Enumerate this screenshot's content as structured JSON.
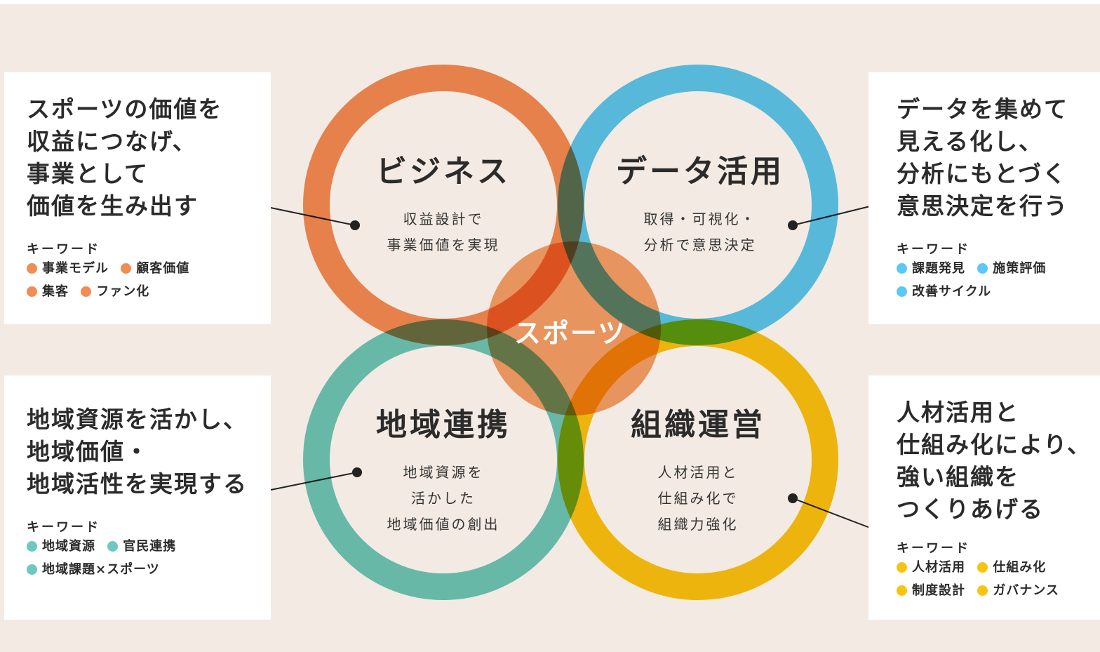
{
  "colors": {
    "orange": "#f28c55",
    "blue": "#5bc8f5",
    "teal": "#6dc8bd",
    "yellow": "#f9c40f",
    "center": "#f2975a",
    "background": "#f3ebe3"
  },
  "center": {
    "label": "スポーツ"
  },
  "circles": {
    "business": {
      "title": "ビジネス",
      "sub": [
        "収益設計で",
        "事業価値を実現"
      ]
    },
    "data": {
      "title": "データ活用",
      "sub": [
        "取得・可視化・",
        "分析で意思決定"
      ]
    },
    "region": {
      "title": "地域連携",
      "sub": [
        "地域資源を",
        "活かした",
        "地域価値の創出"
      ]
    },
    "org": {
      "title": "組織運営",
      "sub": [
        "人材活用と",
        "仕組み化で",
        "組織力強化"
      ]
    }
  },
  "panels": {
    "business": {
      "headline": [
        "スポーツの価値を",
        "収益につなげ、",
        "事業として",
        "価値を生み出す"
      ],
      "keyword_title": "キーワード",
      "keywords": [
        [
          "事業モデル",
          "顧客価値"
        ],
        [
          "集客",
          "ファン化"
        ]
      ]
    },
    "data": {
      "headline": [
        "データを集めて",
        "見える化し、",
        "分析にもとづく",
        "意思決定を行う"
      ],
      "keyword_title": "キーワード",
      "keywords": [
        [
          "課題発見",
          "施策評価"
        ],
        [
          "改善サイクル"
        ]
      ]
    },
    "region": {
      "headline": [
        "地域資源を活かし、",
        "地域価値・",
        "地域活性を実現する"
      ],
      "keyword_title": "キーワード",
      "keywords": [
        [
          "地域資源",
          "官民連携"
        ],
        [
          "地域課題×スポーツ"
        ]
      ]
    },
    "org": {
      "headline": [
        "人材活用と",
        "仕組み化により、",
        "強い組織を",
        "つくりあげる"
      ],
      "keyword_title": "キーワード",
      "keywords": [
        [
          "人材活用",
          "仕組み化"
        ],
        [
          "制度設計",
          "ガバナンス"
        ]
      ]
    }
  }
}
